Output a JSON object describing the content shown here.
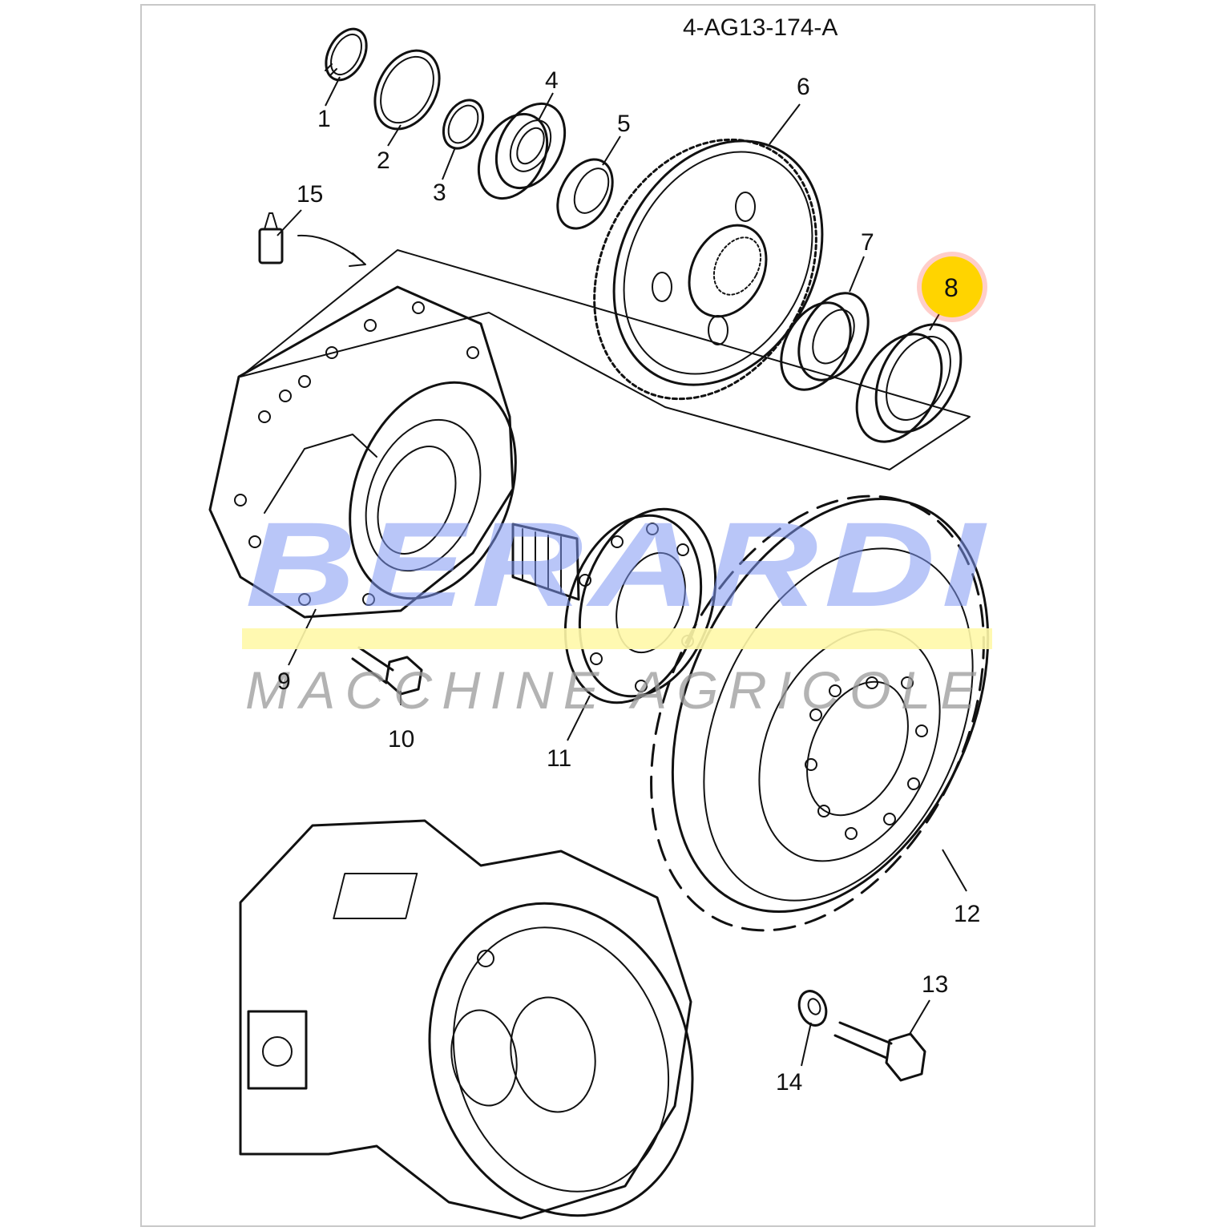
{
  "diagram": {
    "drawing_code": "4-AG13-174-A",
    "callouts": [
      "1",
      "2",
      "3",
      "4",
      "5",
      "6",
      "7",
      "8",
      "9",
      "10",
      "11",
      "12",
      "13",
      "14",
      "15"
    ],
    "highlighted_callout": "8",
    "highlight_color": "#ffd400"
  },
  "watermark": {
    "brand": "BERARDI",
    "subtitle": "MACCHINE AGRICOLE",
    "brand_color": "#7f97f2",
    "band_color": "#fff8a8"
  }
}
